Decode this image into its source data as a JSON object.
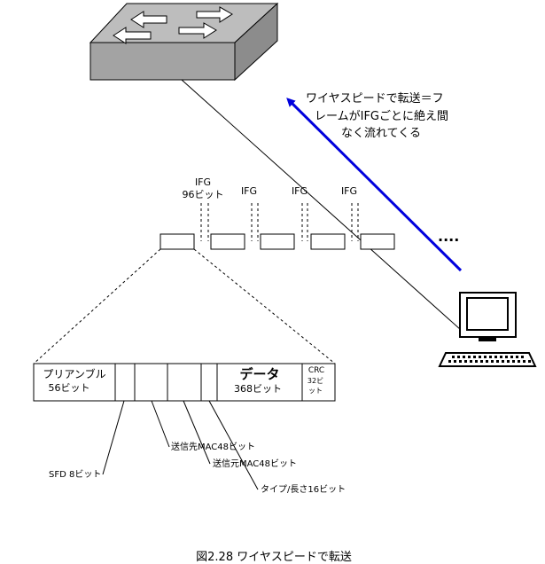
{
  "annotation": {
    "line1": "ワイヤスピードで転送＝フ",
    "line2": "レームがIFGごとに絶え間",
    "line3": "なく流れてくる"
  },
  "ifg": {
    "first_top": "IFG",
    "first_bits": "96ビット",
    "labels": [
      "IFG",
      "IFG",
      "IFG"
    ]
  },
  "ellipsis": "....",
  "frame": {
    "preamble_name": "プリアンブル",
    "preamble_bits": "56ビット",
    "data_name": "データ",
    "data_bits": "368ビット",
    "crc_name": "CRC",
    "crc_bits_a": "32ビ",
    "crc_bits_b": "ット"
  },
  "callouts": {
    "sfd": "SFD 8ビット",
    "dst": "送信先MAC48ビット",
    "src": "送信元MAC48ビット",
    "type": "タイプ/長さ16ビット"
  },
  "caption": "図2.28 ワイヤスピードで転送",
  "colors": {
    "arrow": "#0000dd",
    "switch_top": "#bdbdbd",
    "switch_front": "#a3a3a3"
  }
}
